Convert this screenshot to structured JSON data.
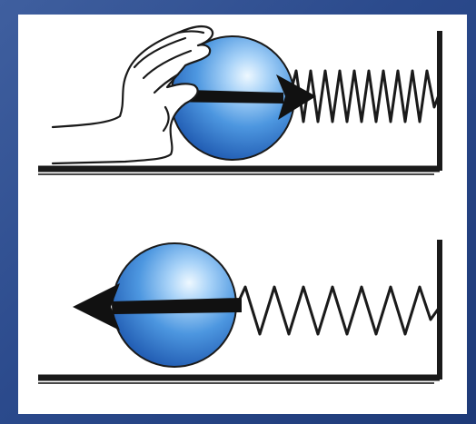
{
  "diagram": {
    "panels": [
      {
        "id": "compressed",
        "description_hidden": true,
        "force_direction": "right",
        "spring": "compressed",
        "hand_present": true
      },
      {
        "id": "released",
        "description_hidden": true,
        "force_direction": "left",
        "spring": "extended",
        "hand_present": false
      }
    ],
    "colors": {
      "background": "#2b4a8c",
      "frame": "#ffffff",
      "ball_light": "#e6f4ff",
      "ball_mid": "#5aa3e6",
      "ball_dark": "#1f5fb8",
      "ink": "#1a1a1a"
    },
    "icons": {
      "arrow": "force-arrow-icon",
      "hand": "hand-icon",
      "spring": "spring-icon"
    }
  }
}
